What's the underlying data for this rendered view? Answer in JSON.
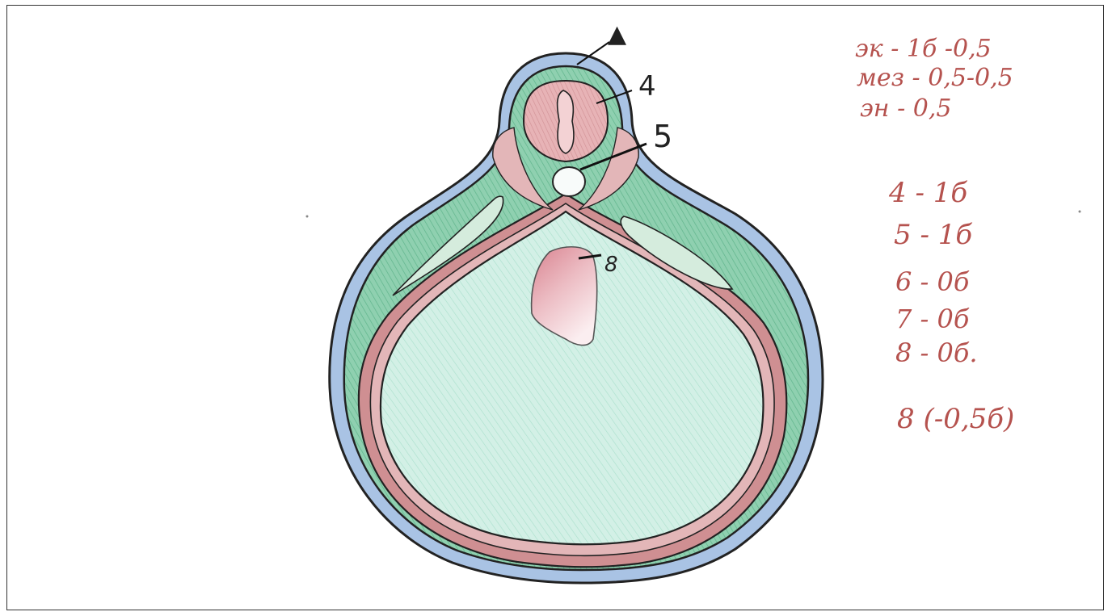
{
  "diagram": {
    "labels": {
      "top": "▲",
      "four": "4",
      "five": "5",
      "eight": "8"
    },
    "notes": [
      "эк - 1б -0,5",
      "мез - 0,5-0,5",
      "эн - 0,5",
      "4 - 1б",
      "5 - 1б",
      "6 - 0б",
      "7 - 0б",
      "8 - 0б.",
      "8 (-0,5б)"
    ],
    "colors": {
      "ectoderm": "#a9c3e4",
      "mesoderm": "#cf8f92",
      "green": "#7fc9a4",
      "cavity": "#c9ebe0",
      "organ8": "#e6a9b0",
      "ink": "#222222",
      "note_red": "#b5524e"
    }
  }
}
